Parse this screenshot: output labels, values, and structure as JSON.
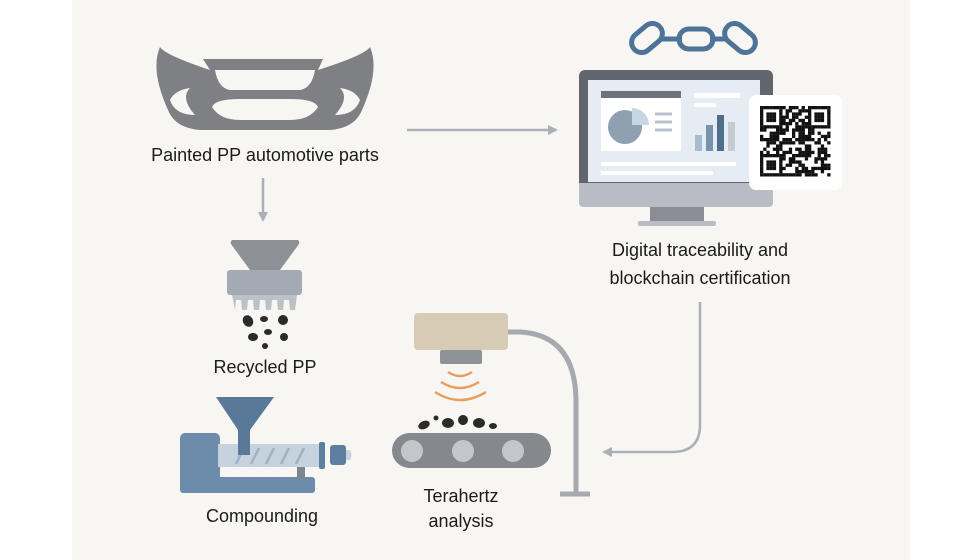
{
  "labels": {
    "painted_parts": "Painted PP automotive parts",
    "recycled_pp": "Recycled PP",
    "compounding": "Compounding",
    "terahertz_line1": "Terahertz",
    "terahertz_line2": "analysis",
    "digital_line1": "Digital traceability and",
    "digital_line2": "blockchain certification"
  },
  "icons": [
    "car-bumper-icon",
    "shredder-icon",
    "pellets-icon",
    "extruder-icon",
    "terahertz-sensor-icon",
    "conveyor-icon",
    "blockchain-chain-icon",
    "monitor-dashboard-icon",
    "qr-code-icon"
  ],
  "colors": {
    "background": "#f7f6f3",
    "arrow": "#a9b0b8",
    "chain": "#4d7399",
    "waves": "#e8a060",
    "sensor": "#d8cbb5",
    "pellet": "#2b2b2b"
  }
}
